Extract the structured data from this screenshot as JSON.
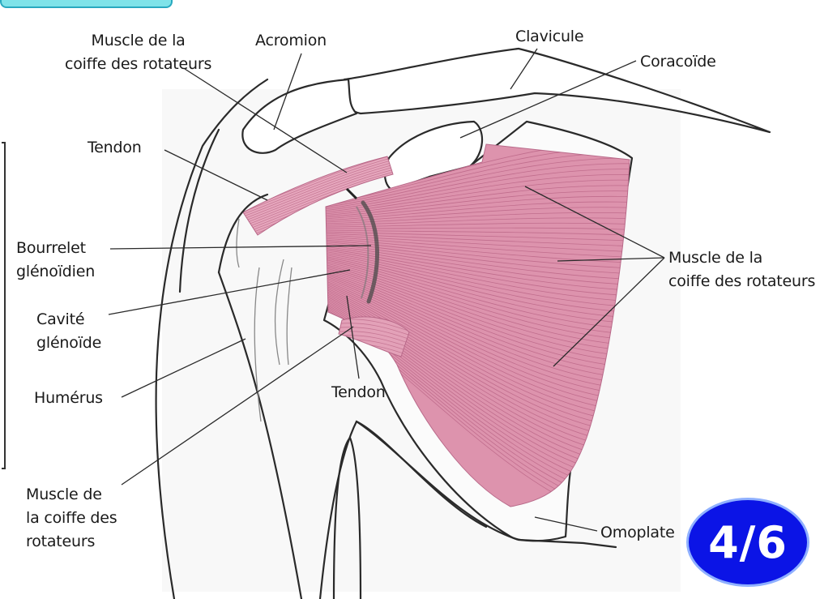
{
  "labels": {
    "rotator_top": "Muscle de la\ncoiffe des rotateurs",
    "acromion": "Acromion",
    "clavicle": "Clavicule",
    "coracoid": "Coracoïde",
    "tendon_top": "Tendon",
    "labrum": "Bourrelet\nglénoïdien",
    "rotator_right": "Muscle de la\ncoiffe des rotateurs",
    "glenoid": "Cavité\nglénoïde",
    "humerus": "Humérus",
    "tendon_mid": "Tendon",
    "rotator_bottom": "Muscle de\nla coiffe des\nrotateurs",
    "scapula": "Omoplate"
  },
  "badge": {
    "text": "4/6"
  },
  "colors": {
    "muscle": "#dd93ad",
    "muscle_fiber": "#a94f73",
    "outline": "#333333",
    "badge_fill": "#0b14e6",
    "badge_text": "#ffffff",
    "corner_tab": "#7fe3e9"
  }
}
